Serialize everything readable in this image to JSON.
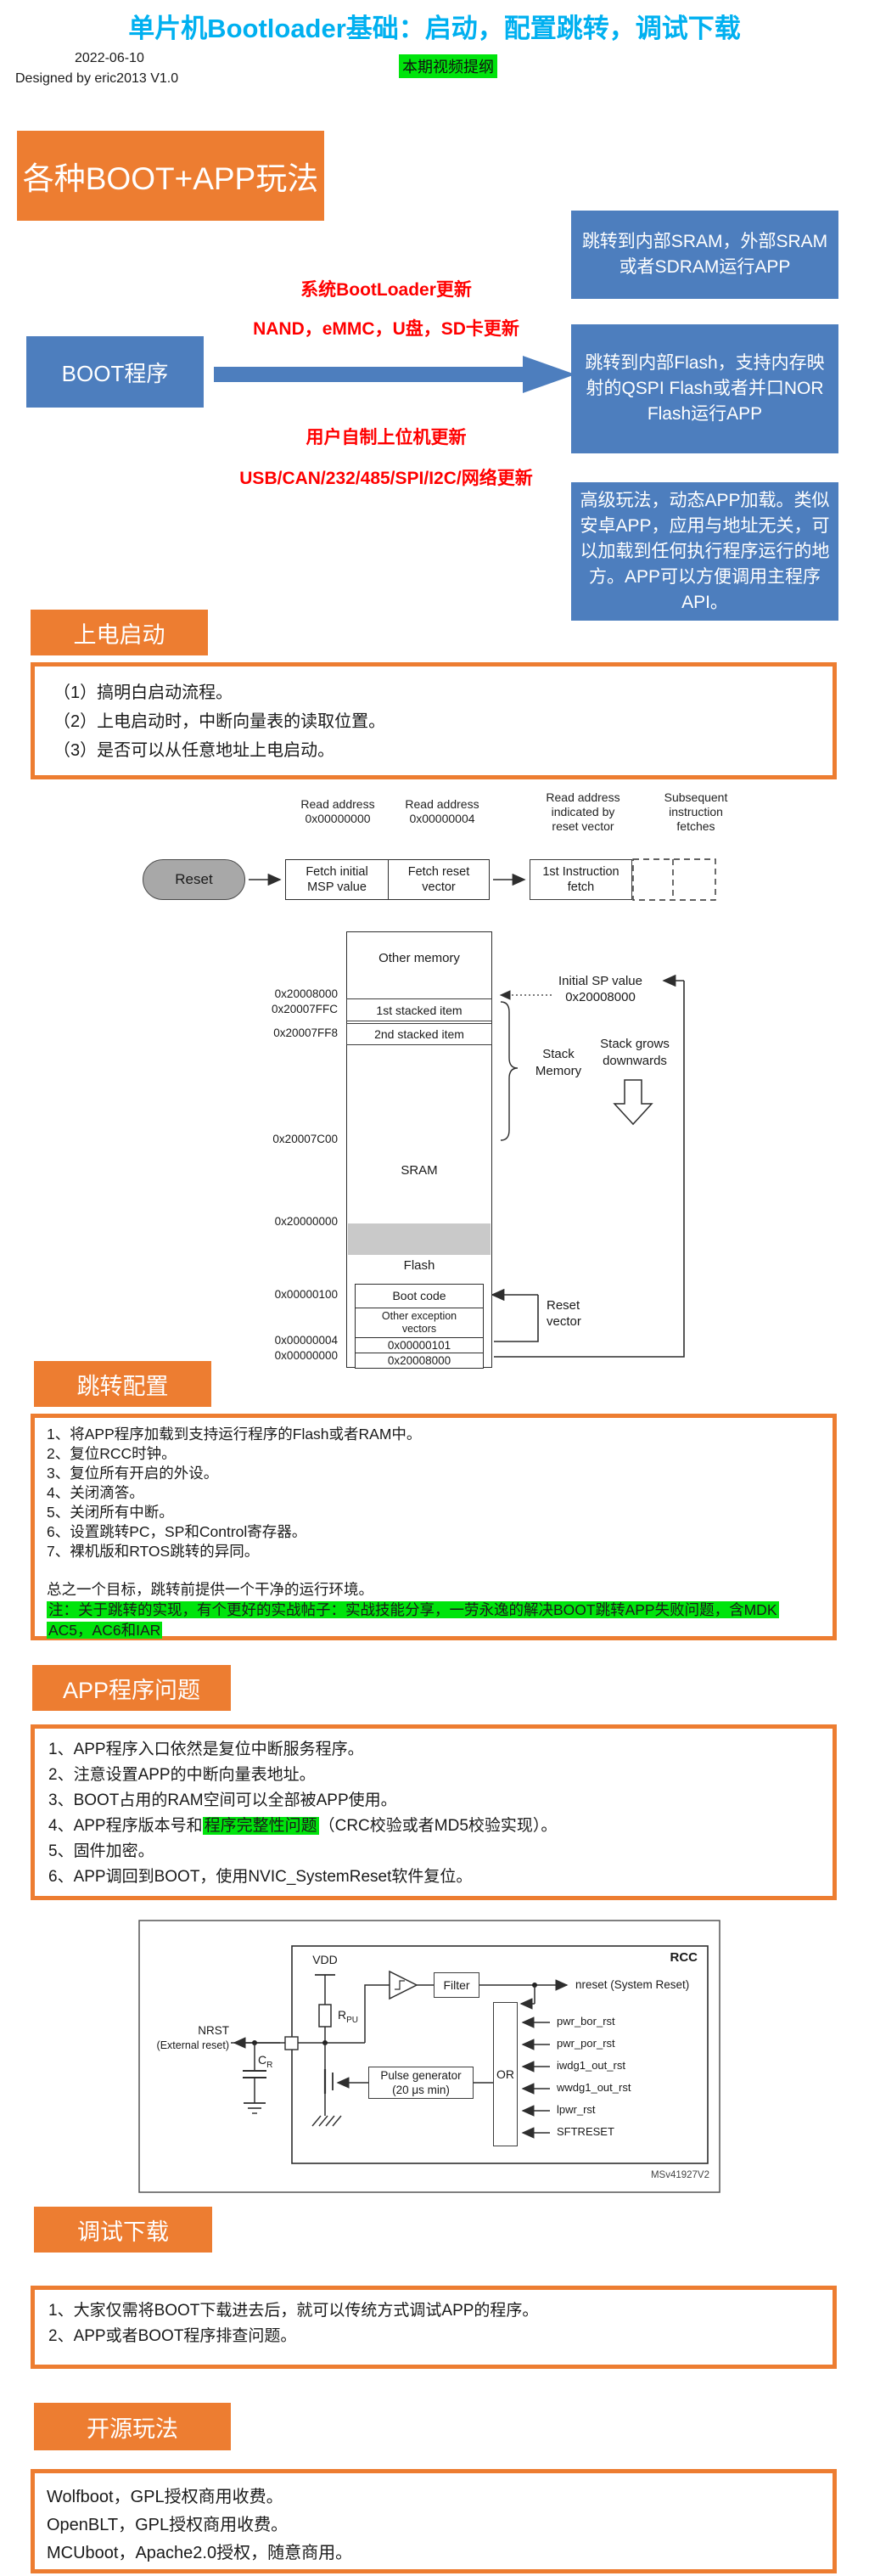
{
  "colors": {
    "accent_orange": "#ED7D31",
    "box_blue": "#4D7EBE",
    "title_blue": "#00B0F0",
    "alert_red": "#FF0000",
    "highlight_green": "#00E40C"
  },
  "header": {
    "title": "单片机Bootloader基础：启动，配置跳转，调试下载",
    "date": "2022-06-10",
    "author": "Designed by eric2013 V1.0",
    "tag": "本期视频提纲"
  },
  "s1": {
    "label": "各种BOOT+APP玩法",
    "boot_box": "BOOT程序",
    "flow_top1": "系统BootLoader更新",
    "flow_top2": "NAND，eMMC，U盘，SD卡更新",
    "flow_bottom1": "用户自制上位机更新",
    "flow_bottom2": "USB/CAN/232/485/SPI/I2C/网络更新",
    "targets": [
      "跳转到内部SRAM，外部SRAM或者SDRAM运行APP",
      "跳转到内部Flash，支持内存映射的QSPI Flash或者并口NOR Flash运行APP",
      "高级玩法，动态APP加载。类似安卓APP，应用与地址无关，可以加载到任何执行程序运行的地方。APP可以方便调用主程序API。"
    ]
  },
  "s2": {
    "label": "上电启动",
    "items": [
      "（1）搞明白启动流程。",
      "（2）上电启动时，中断向量表的读取位置。",
      "（3）是否可以从任意地址上电启动。"
    ]
  },
  "boot_diagram": {
    "headers": [
      "Read address\n0x00000000",
      "Read address\n0x00000004",
      "Read address\nindicated by\nreset vector",
      "Subsequent\ninstruction\nfetches"
    ],
    "reset": "Reset",
    "fetch_msp": "Fetch initial\nMSP value",
    "fetch_vector": "Fetch reset\nvector",
    "first_instruction": "1st Instruction\nfetch",
    "memory": {
      "other_memory": "Other memory",
      "stacked1": "1st stacked item",
      "stacked2": "2nd stacked item",
      "sram": "SRAM",
      "flash": "Flash",
      "boot_code": "Boot code",
      "other_exceptions": "Other exception\nvectors",
      "vector_reset_value": "0x00000101",
      "vector_sp_value": "0x20008000"
    },
    "addresses": [
      "0x20008000",
      "0x20007FFC",
      "0x20007FF8",
      "0x20007C00",
      "0x20000000",
      "0x00000100",
      "0x00000004",
      "0x00000000"
    ],
    "annotations": {
      "initial_sp": "Initial SP value\n0x20008000",
      "stack_memory": "Stack\nMemory",
      "stack_grows": "Stack grows\ndownwards",
      "reset_vector": "Reset\nvector"
    }
  },
  "s3": {
    "label": "跳转配置",
    "items": [
      "1、将APP程序加载到支持运行程序的Flash或者RAM中。",
      "2、复位RCC时钟。",
      "3、复位所有开启的外设。",
      "4、关闭滴答。",
      "5、关闭所有中断。",
      "6、设置跳转PC，SP和Control寄存器。",
      "7、裸机版和RTOS跳转的异同。"
    ],
    "summary": "总之一个目标，跳转前提供一个干净的运行环境。",
    "note1": "注：关于跳转的实现，有个更好的实战帖子：实战技能分享，一劳永逸的解决BOOT跳转APP失败问题，含MDK",
    "note2": "AC5，AC6和IAR"
  },
  "s4": {
    "label": "APP程序问题",
    "items": [
      "1、APP程序入口依然是复位中断服务程序。",
      "2、注意设置APP的中断向量表地址。",
      "3、BOOT占用的RAM空间可以全部被APP使用。",
      {
        "prefix": "4、APP程序版本号和",
        "highlight": "程序完整性问题",
        "suffix": "（CRC校验或者MD5校验实现）。"
      },
      "5、固件加密。",
      "6、APP调回到BOOT，使用NVIC_SystemReset软件复位。"
    ]
  },
  "circuit": {
    "rcc": "RCC",
    "vdd": "VDD",
    "rpu_main": "R",
    "rpu_sub": "PU",
    "cr_main": "C",
    "cr_sub": "R",
    "nrst1": "NRST",
    "nrst2": "(External reset)",
    "filter": "Filter",
    "nreset": "nreset (System Reset)",
    "pulse": "Pulse generator\n(20 μs min)",
    "or": "OR",
    "inputs": [
      "pwr_bor_rst",
      "pwr_por_rst",
      "iwdg1_out_rst",
      "wwdg1_out_rst",
      "lpwr_rst",
      "SFTRESET"
    ],
    "watermark": "MSv41927V2"
  },
  "s5": {
    "label": "调试下载",
    "items": [
      "1、大家仅需将BOOT下载进去后，就可以传统方式调试APP的程序。",
      "2、APP或者BOOT程序排查问题。"
    ]
  },
  "s6": {
    "label": "开源玩法",
    "items": [
      "Wolfboot，GPL授权商用收费。",
      "OpenBLT，GPL授权商用收费。",
      "MCUboot，Apache2.0授权，随意商用。"
    ]
  }
}
